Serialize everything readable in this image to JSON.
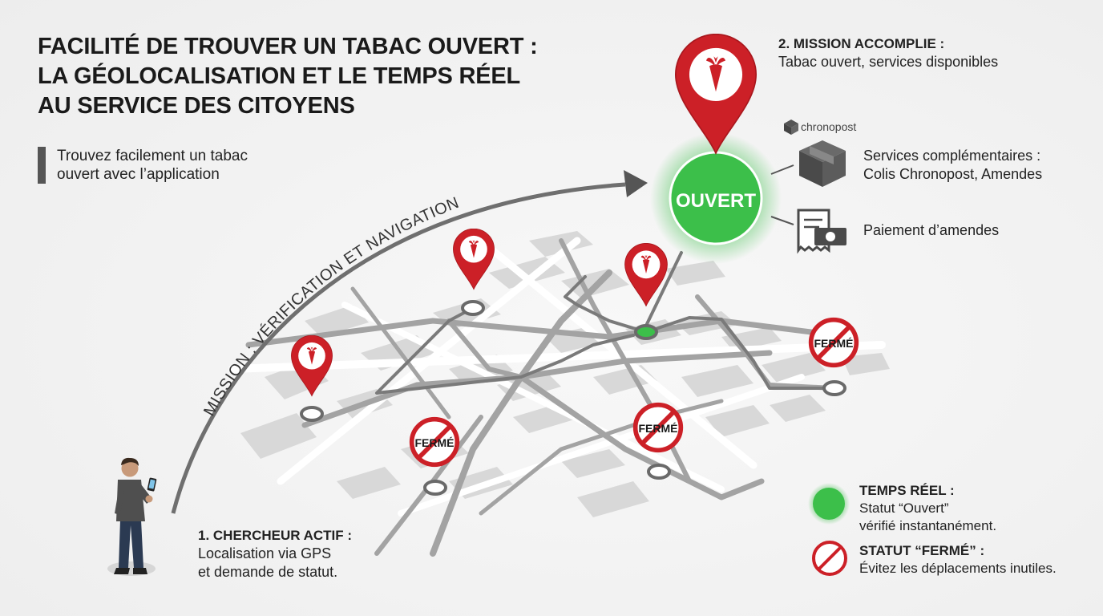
{
  "title": {
    "line1": "FACILITÉ DE TROUVER UN TABAC OUVERT :",
    "line2": "LA GÉOLOCALISATION ET LE TEMPS RÉEL",
    "line3": "AU SERVICE DES CITOYENS"
  },
  "intro": {
    "line1": "Trouvez facilement un tabac",
    "line2": "ouvert avec l’application"
  },
  "arc_label": "MISSION : VÉRIFICATION ET NAVIGATION",
  "searcher": {
    "title": "1. CHERCHEUR ACTIF :",
    "line1": "Localisation via GPS",
    "line2": "et demande de statut."
  },
  "mission": {
    "title": "2. MISSION ACCOMPLIE :",
    "line1": "Tabac ouvert, services disponibles"
  },
  "open_label": "OUVERT",
  "closed_label": "FERMÉ",
  "brand": "chronopost",
  "services": {
    "parcel_line1": "Services complémentaires :",
    "parcel_line2": "Colis Chronopost, Amendes",
    "fines": "Paiement d’amendes"
  },
  "legend": {
    "realtime_title": "TEMPS RÉEL :",
    "realtime_line1": "Statut “Ouvert”",
    "realtime_line2": "vérifié instantanément.",
    "closed_title": "STATUT “FERMÉ” :",
    "closed_line1": "Évitez les déplacements inutiles."
  },
  "colors": {
    "pin_red": "#cc2027",
    "open_green": "#3cbf4a",
    "road_gray": "#a3a3a3",
    "block_gray": "#d8d8d8"
  },
  "icons": [
    "carrot-icon",
    "parcel-box-icon",
    "receipt-payment-icon",
    "prohibited-icon",
    "smartphone-icon",
    "chronopost-logo-icon"
  ]
}
